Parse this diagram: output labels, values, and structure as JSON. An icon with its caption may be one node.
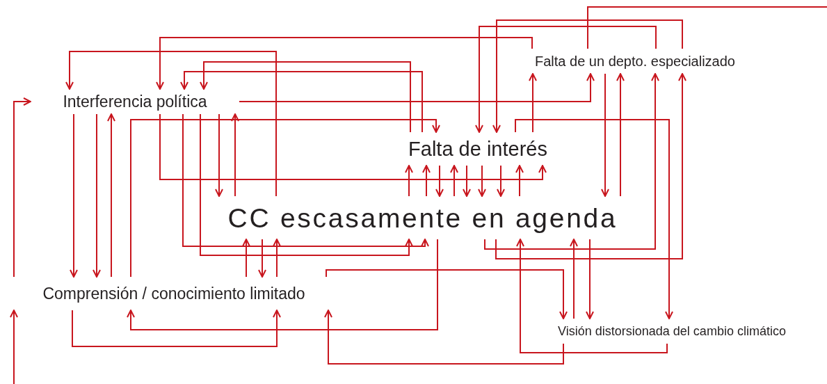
{
  "diagram": {
    "nodes": [
      {
        "text": [
          "Interferencia política"
        ]
      },
      {
        "text": [
          "Falta de un depto. especializado"
        ]
      },
      {
        "text": [
          "Falta de interés"
        ]
      },
      {
        "text": [
          "CC escasamente en agenda"
        ]
      },
      {
        "text": [
          "Comprensión / conocimiento limitado"
        ]
      },
      {
        "text": [
          "Visión distorsionada del cambio climático"
        ]
      }
    ],
    "edges": [
      {
        "from": 1,
        "to": null,
        "arrow": "none"
      },
      {
        "from": null,
        "to": 4,
        "arrow": "to"
      },
      {
        "from": 4,
        "to": 0,
        "arrow": "to"
      },
      {
        "from": 1,
        "to": 0,
        "arrow": "to"
      },
      {
        "from": 3,
        "to": 0,
        "arrow": "to"
      },
      {
        "from": 0,
        "to": 2,
        "arrow": "to"
      },
      {
        "from": 2,
        "to": 0,
        "arrow": "to"
      },
      {
        "from": 2,
        "to": 0,
        "arrow": "to"
      },
      {
        "from": 0,
        "to": 1,
        "arrow": "to"
      },
      {
        "from": 4,
        "to": 2,
        "arrow": "to"
      },
      {
        "from": 3,
        "to": 0,
        "arrow": "to"
      },
      {
        "from": 0,
        "to": 3,
        "arrow": "to"
      },
      {
        "from": 0,
        "to": 4,
        "arrow": "to"
      },
      {
        "from": 0,
        "to": 4,
        "arrow": "to"
      },
      {
        "from": 4,
        "to": 0,
        "arrow": "to"
      },
      {
        "from": 0,
        "to": 3,
        "arrow": "to"
      },
      {
        "from": 0,
        "to": 3,
        "arrow": "to"
      },
      {
        "from": 4,
        "to": 3,
        "arrow": "to"
      },
      {
        "from": 3,
        "to": 4,
        "arrow": "to"
      },
      {
        "from": 4,
        "to": 3,
        "arrow": "to"
      },
      {
        "from": 4,
        "to": 5,
        "arrow": "to"
      },
      {
        "from": 3,
        "to": 4,
        "arrow": "to"
      },
      {
        "from": 4,
        "to": 4,
        "arrow": "to"
      },
      {
        "from": 5,
        "to": 4,
        "arrow": "to"
      },
      {
        "from": 5,
        "to": 3,
        "arrow": "to"
      },
      {
        "from": 5,
        "to": 3,
        "arrow": "to"
      },
      {
        "from": 3,
        "to": 5,
        "arrow": "to"
      },
      {
        "from": 2,
        "to": 5,
        "arrow": "to"
      },
      {
        "from": 3,
        "to": 1,
        "arrow": "to"
      },
      {
        "from": 3,
        "to": 1,
        "arrow": "to"
      },
      {
        "from": 1,
        "to": 3,
        "arrow": "to"
      },
      {
        "from": 3,
        "to": 1,
        "arrow": "to"
      },
      {
        "from": 1,
        "to": 2,
        "arrow": "to"
      },
      {
        "from": 1,
        "to": 2,
        "arrow": "to"
      },
      {
        "from": 2,
        "to": 1,
        "arrow": "to"
      },
      {
        "from": 3,
        "to": 2,
        "arrow": "to"
      },
      {
        "from": 3,
        "to": 2,
        "arrow": "to"
      },
      {
        "from": 3,
        "to": 2,
        "arrow": "to"
      },
      {
        "from": 3,
        "to": 2,
        "arrow": "to"
      },
      {
        "from": 2,
        "to": 3,
        "arrow": "to"
      },
      {
        "from": 2,
        "to": 3,
        "arrow": "to"
      },
      {
        "from": 2,
        "to": 3,
        "arrow": "to"
      },
      {
        "from": 2,
        "to": 3,
        "arrow": "to"
      }
    ]
  }
}
